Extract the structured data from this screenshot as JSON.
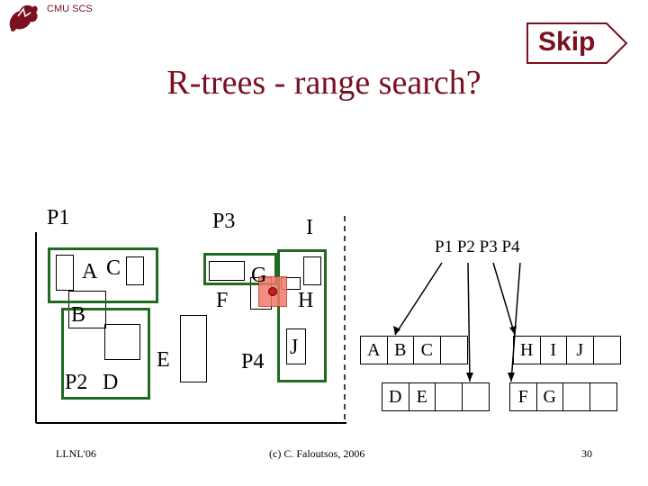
{
  "header": {
    "brand": "CMU SCS"
  },
  "title": "R-trees - range search?",
  "skip_button": {
    "label": "Skip"
  },
  "diagram": {
    "labels": {
      "p1": "P1",
      "p2": "P2",
      "p3": "P3",
      "p4": "P4",
      "a": "A",
      "b": "B",
      "c": "C",
      "d": "D",
      "e": "E",
      "f": "F",
      "g": "G",
      "h": "H",
      "i": "I",
      "j": "J"
    }
  },
  "tree": {
    "root": {
      "label": "P1 P2 P3 P4"
    },
    "nodes": [
      {
        "cells": [
          "A",
          "B",
          "C",
          ""
        ]
      },
      {
        "cells": [
          "H",
          "I",
          "J",
          ""
        ]
      },
      {
        "cells": [
          "D",
          "E",
          "",
          ""
        ]
      },
      {
        "cells": [
          "F",
          "G",
          "",
          ""
        ]
      }
    ]
  },
  "footer": {
    "left": "LLNL'06",
    "center": "(c) C. Faloutsos, 2006",
    "page": "30"
  },
  "colors": {
    "accent": "#7a1020",
    "group_border": "#1f6b1f",
    "query": "#f07a6a"
  }
}
